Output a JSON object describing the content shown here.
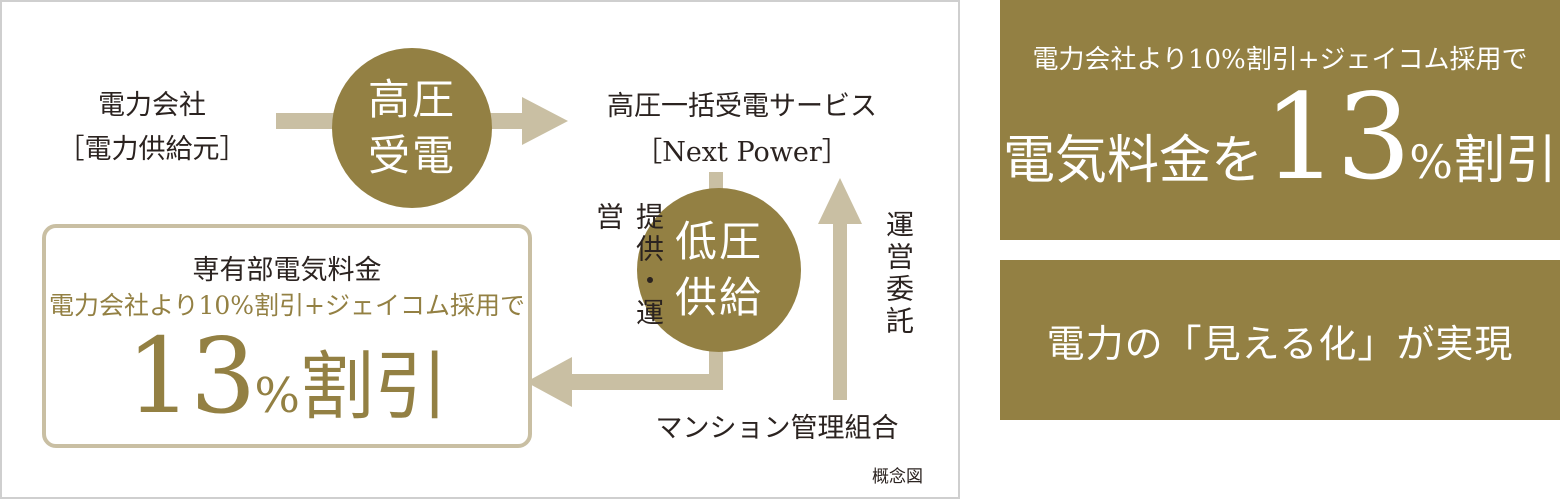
{
  "colors": {
    "gold": "#938043",
    "arrow": "#c9bfa3",
    "frame_border": "#cfcfcf",
    "text_dark": "#2b2320",
    "text_light": "#ffffff"
  },
  "diagram": {
    "supplier": {
      "line1": "電力会社",
      "line2": "［電力供給元］"
    },
    "high_voltage_node": {
      "line1": "高圧",
      "line2": "受電"
    },
    "service": {
      "line1": "高圧一括受電サービス",
      "line2": "［Next Power］"
    },
    "low_voltage_node": {
      "line1": "低圧",
      "line2": "供給"
    },
    "left_vertical_label": "提供・運営",
    "right_vertical_label": "運営委託",
    "association": "マンション管理組合",
    "concept_note": "概念図",
    "result_box": {
      "title": "専有部電気料金",
      "subtitle": "電力会社より10%割引+ジェイコム採用で",
      "big_number": "13",
      "percent": "%",
      "suffix": "割引"
    }
  },
  "panels": [
    {
      "subtitle": "電力会社より10%割引+ジェイコム採用で",
      "prefix": "電気料金を",
      "big_number": "13",
      "percent": "%",
      "suffix": "割引"
    },
    {
      "text": "電力の「見える化」が実現"
    }
  ]
}
